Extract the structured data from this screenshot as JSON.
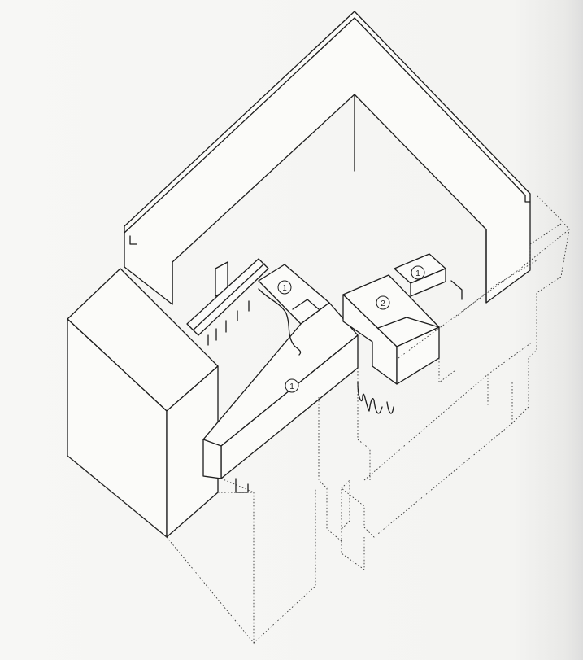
{
  "callouts": [
    {
      "id": "callout-1-upper",
      "label": "1"
    },
    {
      "id": "callout-1-right",
      "label": "1"
    },
    {
      "id": "callout-2",
      "label": "2"
    },
    {
      "id": "callout-1-lower",
      "label": "1"
    }
  ]
}
